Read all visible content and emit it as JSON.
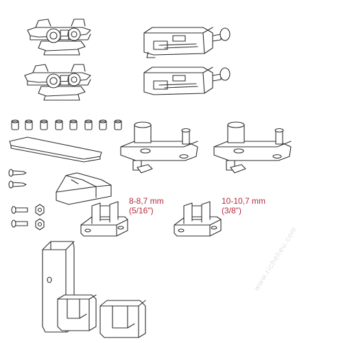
{
  "labels": {
    "size_a": {
      "line1": "8-8,7 mm",
      "line2": "(5/16\")"
    },
    "size_b": {
      "line1": "10-10,7 mm",
      "line2": "(3/8\")"
    }
  },
  "watermark": "www.richelieu.com",
  "colors": {
    "line_art": "#2b2b2b",
    "label_text": "#b3283a",
    "watermark": "#e0e0e0",
    "background": "#ffffff"
  },
  "parts": [
    "roller-carriage-upper",
    "roller-carriage-lower",
    "bumper-stop-upper",
    "bumper-stop-lower",
    "spacer-nuts",
    "flat-bar",
    "door-bracket-left",
    "door-bracket-right",
    "wood-screws",
    "bolts-and-nuts",
    "floor-guide-block",
    "floor-guide-8mm",
    "floor-guide-10mm",
    "door-stopper-vertical",
    "guide-clip-left",
    "guide-clip-right"
  ]
}
